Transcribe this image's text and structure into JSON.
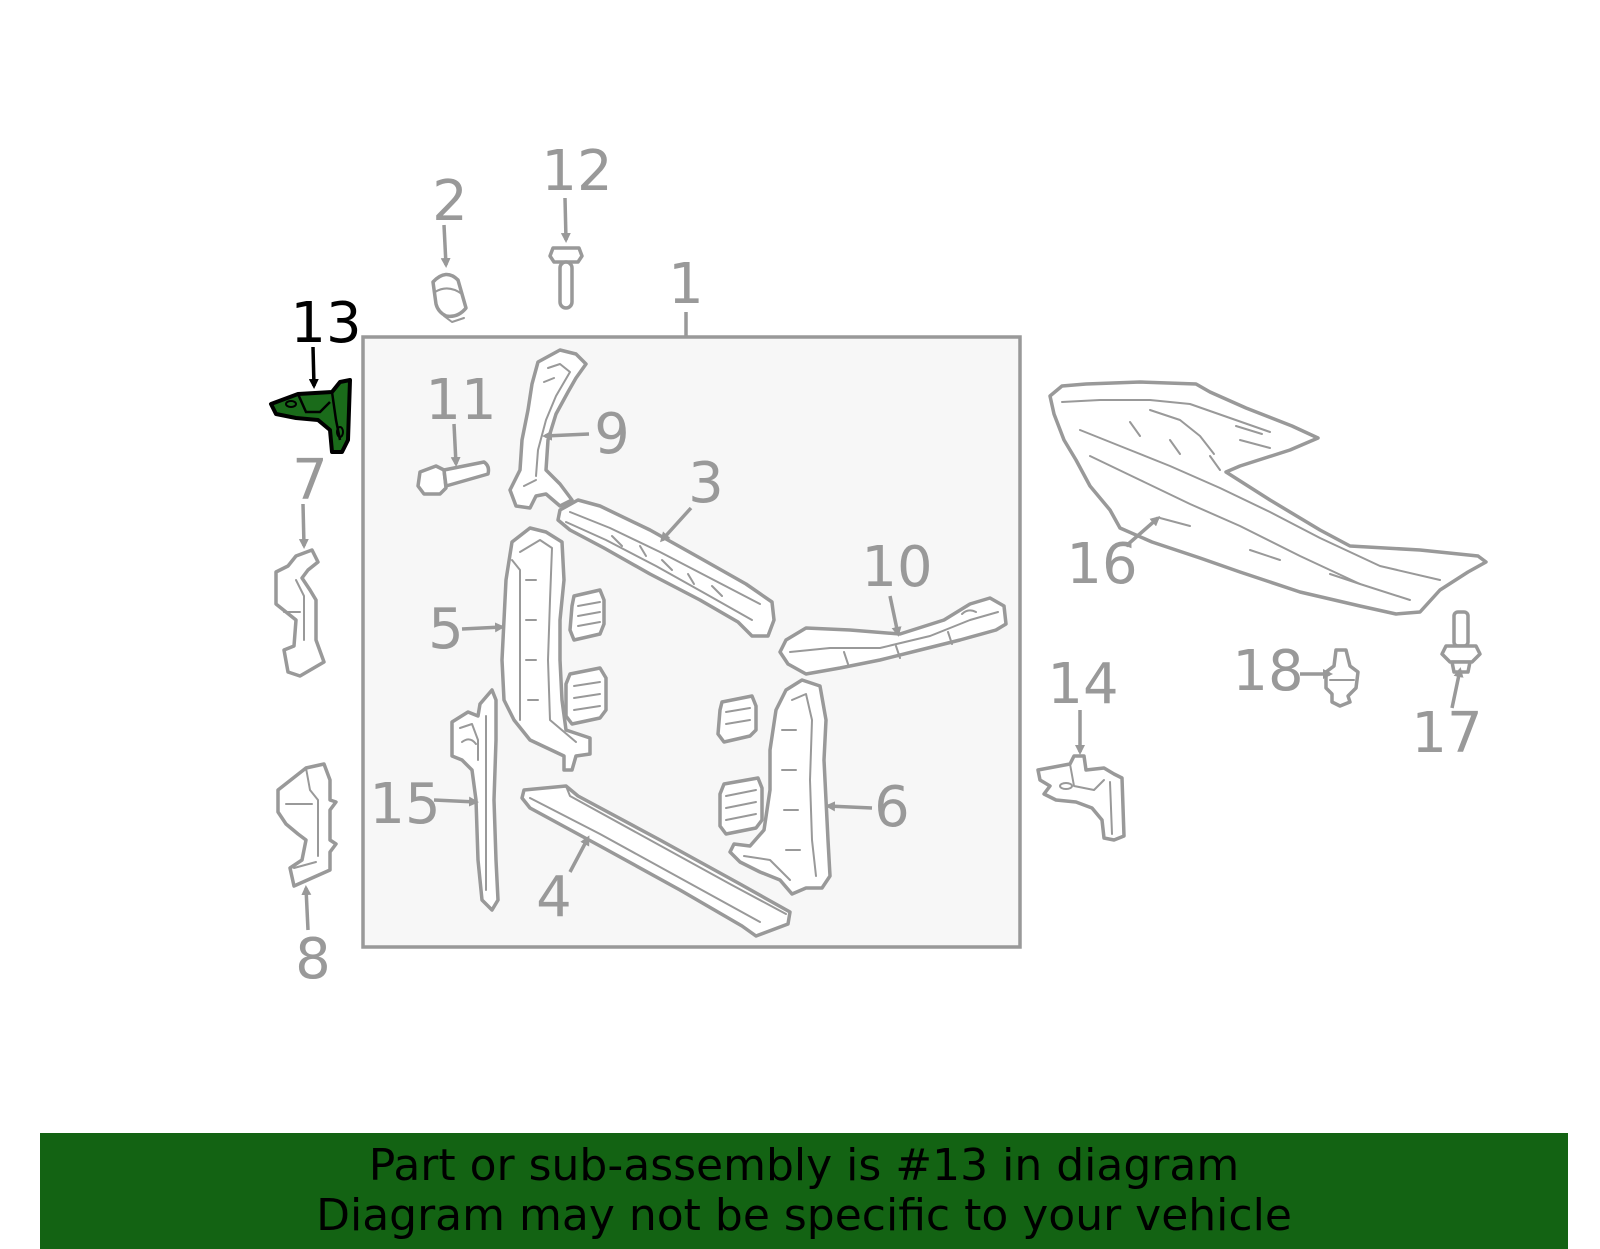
{
  "colors": {
    "line": "#999999",
    "highlight_fill": "#1a6b1a",
    "highlight_stroke": "#000000",
    "box_fill": "#f7f7f7",
    "banner_bg": "#136313"
  },
  "highlighted_part": "13",
  "callouts": {
    "c1": "1",
    "c2": "2",
    "c3": "3",
    "c4": "4",
    "c5": "5",
    "c6": "6",
    "c7": "7",
    "c8": "8",
    "c9": "9",
    "c10": "10",
    "c11": "11",
    "c12": "12",
    "c13": "13",
    "c14": "14",
    "c15": "15",
    "c16": "16",
    "c17": "17",
    "c18": "18"
  },
  "banner": {
    "line1": "Part or sub-assembly is #13 in diagram",
    "line2": "Diagram may not be specific to your vehicle"
  }
}
